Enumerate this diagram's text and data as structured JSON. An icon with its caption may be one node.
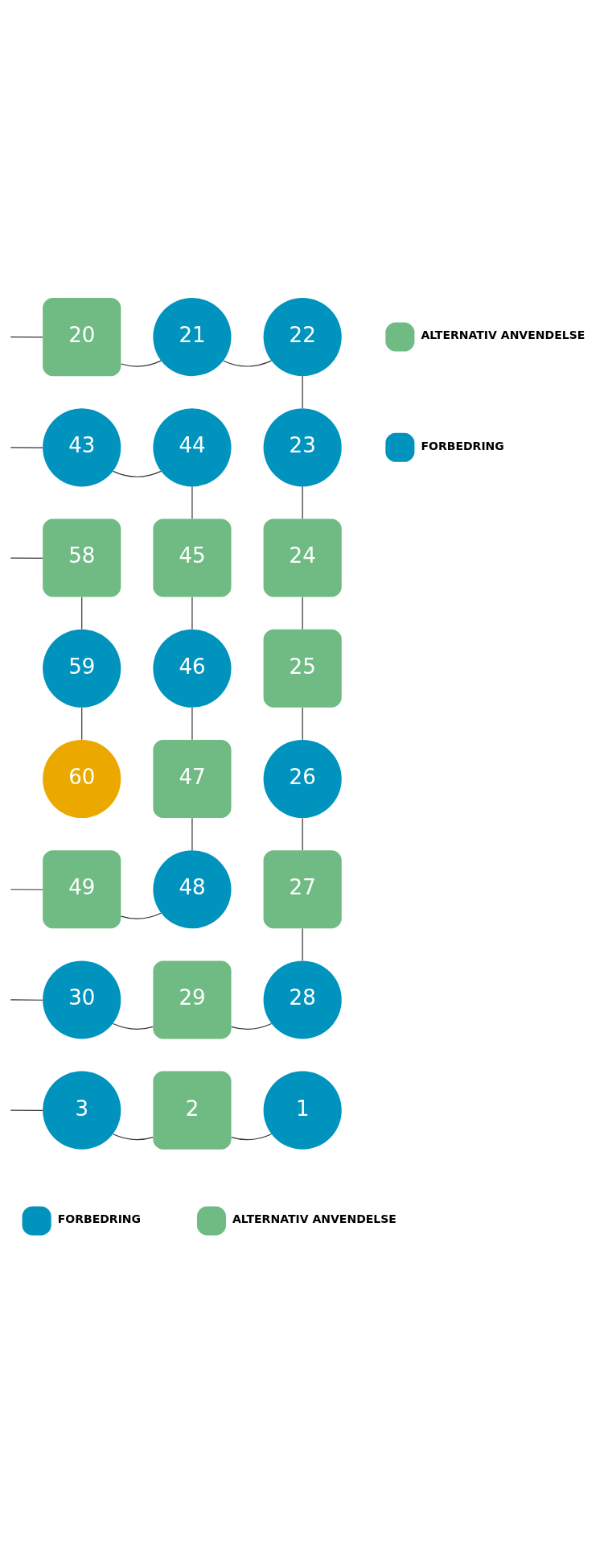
{
  "diagram": {
    "nodes": [
      {
        "text": [
          "20"
        ]
      },
      {
        "text": [
          "21"
        ]
      },
      {
        "text": [
          "22"
        ]
      },
      {
        "text": [
          "43"
        ]
      },
      {
        "text": [
          "44"
        ]
      },
      {
        "text": [
          "23"
        ]
      },
      {
        "text": [
          "58"
        ]
      },
      {
        "text": [
          "45"
        ]
      },
      {
        "text": [
          "24"
        ]
      },
      {
        "text": [
          "59"
        ]
      },
      {
        "text": [
          "46"
        ]
      },
      {
        "text": [
          "25"
        ]
      },
      {
        "text": [
          "60"
        ]
      },
      {
        "text": [
          "47"
        ]
      },
      {
        "text": [
          "26"
        ]
      },
      {
        "text": [
          "49"
        ]
      },
      {
        "text": [
          "48"
        ]
      },
      {
        "text": [
          "27"
        ]
      },
      {
        "text": [
          "30"
        ]
      },
      {
        "text": [
          "29"
        ]
      },
      {
        "text": [
          "28"
        ]
      },
      {
        "text": [
          "3"
        ]
      },
      {
        "text": [
          "2"
        ]
      },
      {
        "text": [
          "1"
        ]
      }
    ],
    "edges": [
      {
        "from": 0,
        "to": 1,
        "arrow": "none"
      },
      {
        "from": 1,
        "to": 2,
        "arrow": "none"
      },
      {
        "from": 2,
        "to": 5,
        "arrow": "none"
      },
      {
        "from": 3,
        "to": 4,
        "arrow": "none"
      },
      {
        "from": 4,
        "to": 7,
        "arrow": "none"
      },
      {
        "from": 5,
        "to": 8,
        "arrow": "none"
      },
      {
        "from": 6,
        "to": 9,
        "arrow": "none"
      },
      {
        "from": 7,
        "to": 10,
        "arrow": "none"
      },
      {
        "from": 8,
        "to": 11,
        "arrow": "none"
      },
      {
        "from": 9,
        "to": 12,
        "arrow": "none"
      },
      {
        "from": 10,
        "to": 13,
        "arrow": "none"
      },
      {
        "from": 11,
        "to": 14,
        "arrow": "none"
      },
      {
        "from": 13,
        "to": 16,
        "arrow": "none"
      },
      {
        "from": 14,
        "to": 17,
        "arrow": "none"
      },
      {
        "from": 15,
        "to": 16,
        "arrow": "none"
      },
      {
        "from": 17,
        "to": 20,
        "arrow": "none"
      },
      {
        "from": 18,
        "to": 19,
        "arrow": "none"
      },
      {
        "from": 19,
        "to": 20,
        "arrow": "none"
      },
      {
        "from": 21,
        "to": 22,
        "arrow": "none"
      },
      {
        "from": 22,
        "to": 23,
        "arrow": "none"
      },
      {
        "from": null,
        "to": 0,
        "arrow": "none"
      },
      {
        "from": null,
        "to": 3,
        "arrow": "none"
      },
      {
        "from": null,
        "to": 6,
        "arrow": "none"
      },
      {
        "from": null,
        "to": 15,
        "arrow": "none"
      },
      {
        "from": null,
        "to": 18,
        "arrow": "none"
      },
      {
        "from": null,
        "to": 21,
        "arrow": "none"
      }
    ],
    "legend": [
      {
        "text": "FORBEDRING",
        "color": "#0093be"
      },
      {
        "text": "ALTERNATIV ANVENDELSE",
        "color": "#6fbb83"
      },
      {
        "text": "FORBEDRING",
        "color": "#0093be"
      },
      {
        "text": "ALTERNATIV ANVENDELSE",
        "color": "#6fbb83"
      }
    ]
  }
}
